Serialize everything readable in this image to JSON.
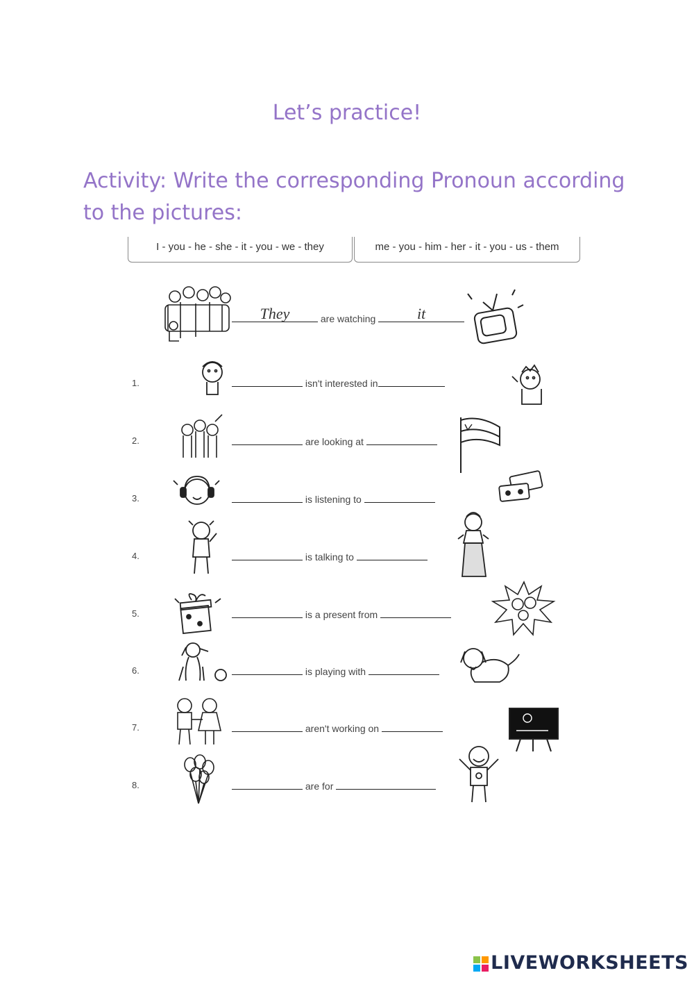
{
  "title": "Let’s practice!",
  "instruction": "Activity: Write the corresponding Pronoun according to the pictures:",
  "subject_pronouns": "I - you - he - she - it - you - we - they",
  "object_pronouns": "me - you - him - her - it - you - us - them",
  "example": {
    "answer1": "They",
    "text": "are watching",
    "answer2": "it"
  },
  "items": [
    {
      "num": "1.",
      "text": "isn't interested in"
    },
    {
      "num": "2.",
      "text": "are looking at"
    },
    {
      "num": "3.",
      "text": "is listening to"
    },
    {
      "num": "4.",
      "text": "is talking to"
    },
    {
      "num": "5.",
      "text": "is a present from"
    },
    {
      "num": "6.",
      "text": "is playing with"
    },
    {
      "num": "7.",
      "text": "aren't working on"
    },
    {
      "num": "8.",
      "text": "are for"
    }
  ],
  "footer": "LIVEWORKSHEETS",
  "colors": {
    "heading": "#9474c8",
    "footer": "#1f2b4d"
  }
}
